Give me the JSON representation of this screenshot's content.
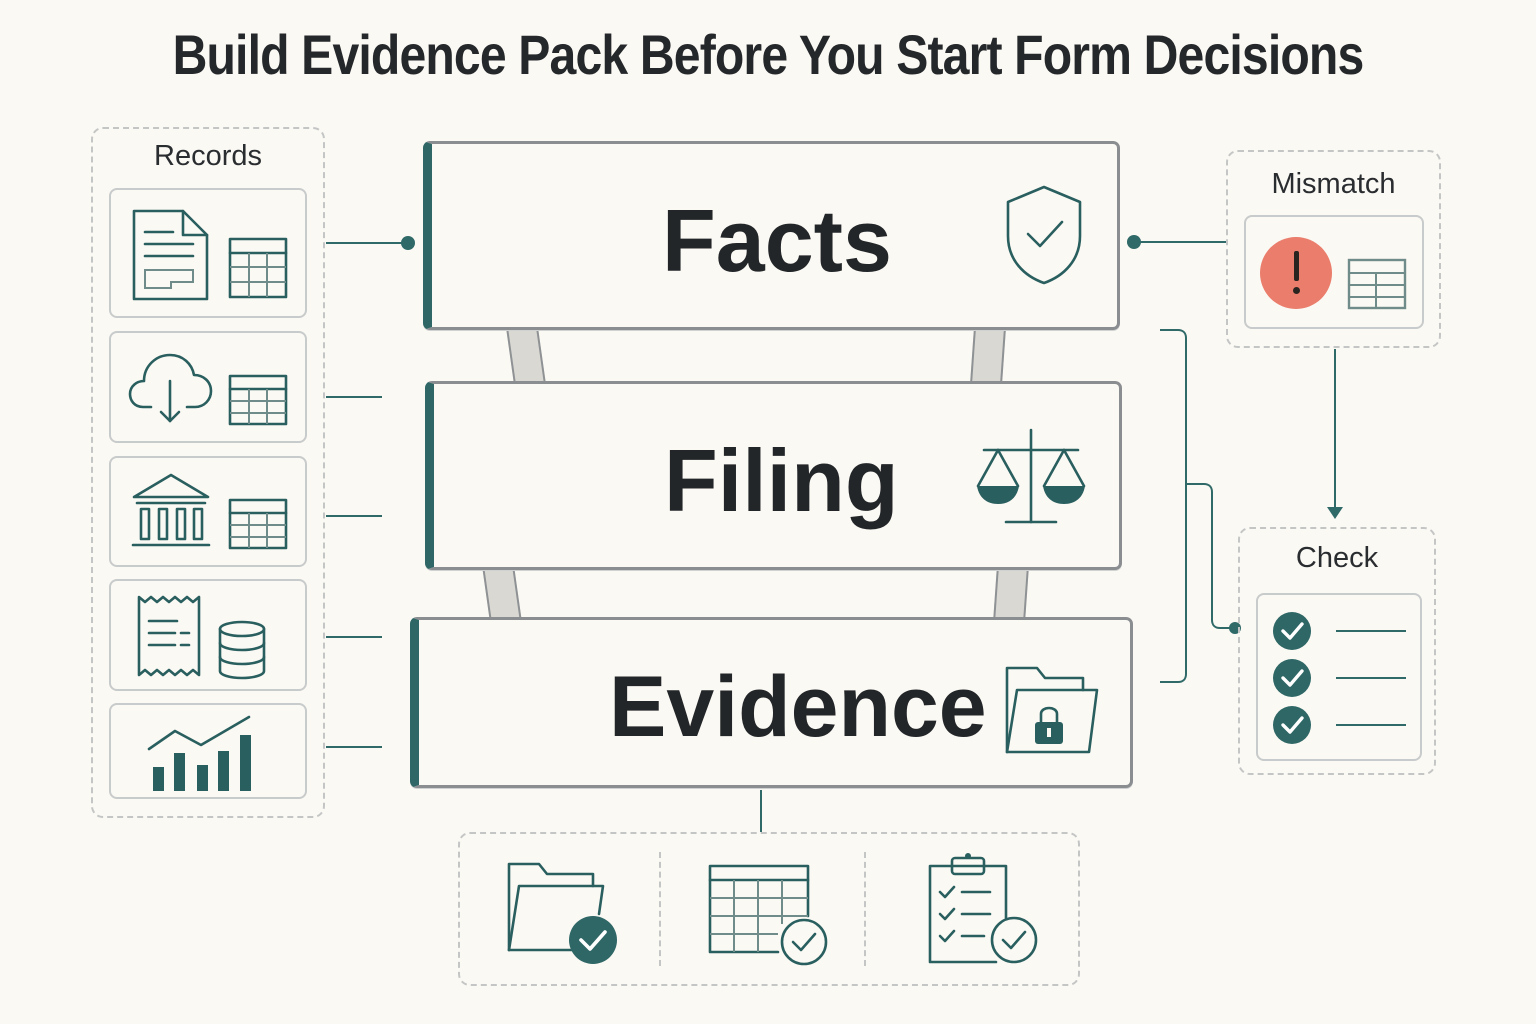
{
  "title": "Build Evidence Pack Before You Start Form Decisions",
  "records": {
    "label": "Records",
    "items": [
      {
        "icons": [
          "document-icon",
          "spreadsheet-icon"
        ]
      },
      {
        "icons": [
          "cloud-download-icon",
          "spreadsheet-icon"
        ]
      },
      {
        "icons": [
          "bank-icon",
          "spreadsheet-icon"
        ]
      },
      {
        "icons": [
          "receipt-icon",
          "database-icon"
        ]
      },
      {
        "icons": [
          "bar-chart-icon"
        ]
      }
    ]
  },
  "layers": [
    {
      "label": "Facts",
      "icon": "shield-check-icon"
    },
    {
      "label": "Filing",
      "icon": "scales-icon"
    },
    {
      "label": "Evidence",
      "icon": "locked-folder-icon"
    }
  ],
  "mismatch": {
    "label": "Mismatch",
    "icons": [
      "alert-icon",
      "spreadsheet-icon"
    ]
  },
  "check": {
    "label": "Check",
    "items": [
      "checklist-item",
      "checklist-item",
      "checklist-item"
    ]
  },
  "outputs": {
    "icons": [
      "folder-check-icon",
      "spreadsheet-check-icon",
      "clipboard-check-icon"
    ]
  },
  "colors": {
    "accent": "#2e6766",
    "alert": "#ea7d6b",
    "background": "#fbf9f4"
  }
}
